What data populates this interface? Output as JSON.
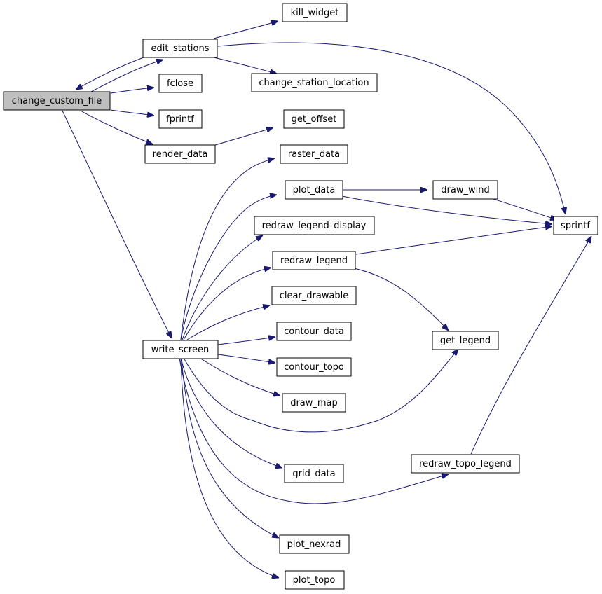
{
  "nodes": {
    "change_custom_file": "change_custom_file",
    "edit_stations": "edit_stations",
    "kill_widget": "kill_widget",
    "change_station_location": "change_station_location",
    "fclose": "fclose",
    "fprintf": "fprintf",
    "render_data": "render_data",
    "get_offset": "get_offset",
    "write_screen": "write_screen",
    "raster_data": "raster_data",
    "plot_data": "plot_data",
    "draw_wind": "draw_wind",
    "sprintf": "sprintf",
    "redraw_legend_display": "redraw_legend_display",
    "redraw_legend": "redraw_legend",
    "clear_drawable": "clear_drawable",
    "contour_data": "contour_data",
    "get_legend": "get_legend",
    "contour_topo": "contour_topo",
    "draw_map": "draw_map",
    "grid_data": "grid_data",
    "redraw_topo_legend": "redraw_topo_legend",
    "plot_nexrad": "plot_nexrad",
    "plot_topo": "plot_topo"
  },
  "edges": [
    [
      "change_custom_file",
      "edit_stations"
    ],
    [
      "edit_stations",
      "change_custom_file"
    ],
    [
      "edit_stations",
      "kill_widget"
    ],
    [
      "edit_stations",
      "change_station_location"
    ],
    [
      "edit_stations",
      "sprintf"
    ],
    [
      "change_custom_file",
      "fclose"
    ],
    [
      "change_custom_file",
      "fprintf"
    ],
    [
      "change_custom_file",
      "render_data"
    ],
    [
      "render_data",
      "get_offset"
    ],
    [
      "change_custom_file",
      "write_screen"
    ],
    [
      "write_screen",
      "raster_data"
    ],
    [
      "write_screen",
      "plot_data"
    ],
    [
      "plot_data",
      "draw_wind"
    ],
    [
      "plot_data",
      "sprintf"
    ],
    [
      "draw_wind",
      "sprintf"
    ],
    [
      "write_screen",
      "redraw_legend_display"
    ],
    [
      "write_screen",
      "redraw_legend"
    ],
    [
      "redraw_legend",
      "sprintf"
    ],
    [
      "redraw_legend",
      "get_legend"
    ],
    [
      "write_screen",
      "clear_drawable"
    ],
    [
      "write_screen",
      "contour_data"
    ],
    [
      "write_screen",
      "contour_topo"
    ],
    [
      "write_screen",
      "draw_map"
    ],
    [
      "write_screen",
      "get_legend"
    ],
    [
      "write_screen",
      "grid_data"
    ],
    [
      "write_screen",
      "redraw_topo_legend"
    ],
    [
      "redraw_topo_legend",
      "sprintf"
    ],
    [
      "write_screen",
      "plot_nexrad"
    ],
    [
      "write_screen",
      "plot_topo"
    ]
  ],
  "colors": {
    "edge": "#191970",
    "root_fill": "#bfbfbf",
    "node_fill": "#ffffff",
    "node_stroke": "#000000"
  }
}
